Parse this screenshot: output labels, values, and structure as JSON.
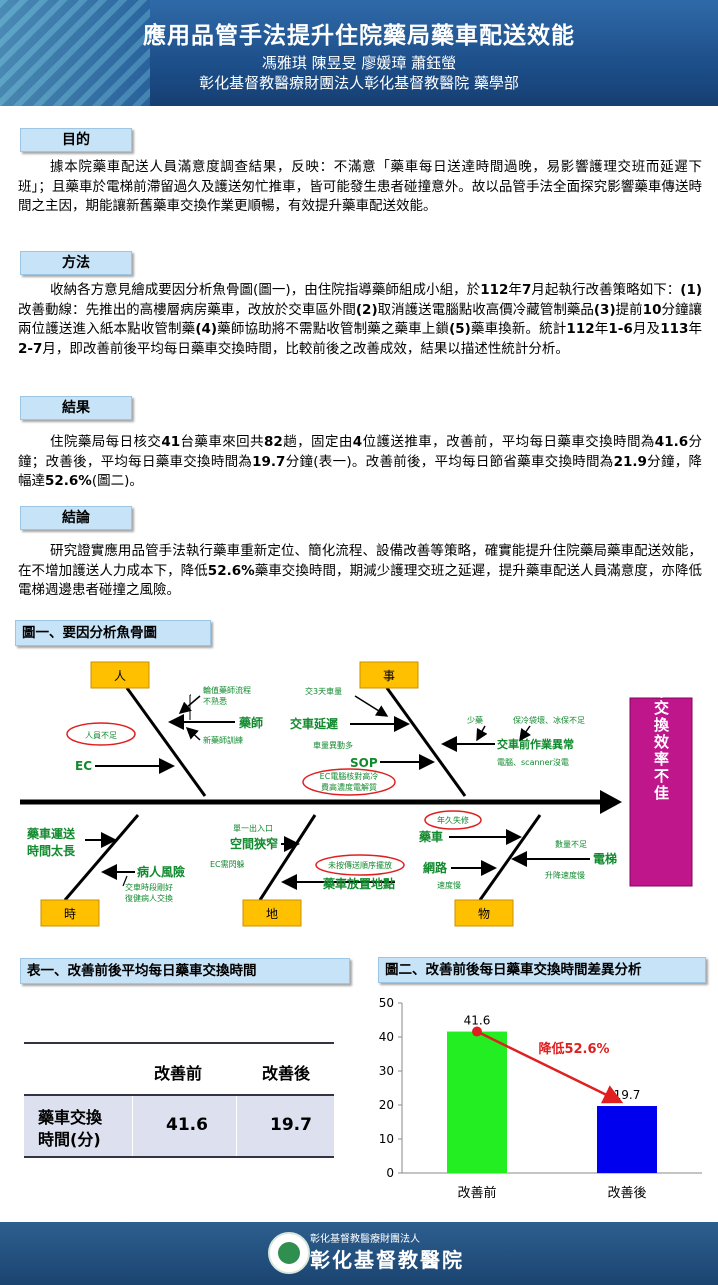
{
  "header": {
    "title": "應用品管手法提升住院藥局藥車配送效能",
    "authors": "馮雅琪 陳昱旻 廖媛璋 蕭鈺螢",
    "affiliation": "彰化基督教醫療財團法人彰化基督教醫院  藥學部"
  },
  "sections": {
    "purpose": {
      "label": "目的",
      "text": "據本院藥車配送人員滿意度調查結果，反映：不滿意「藥車每日送達時間過晚，易影響護理交班而延遲下班」；且藥車於電梯前滯留過久及護送匆忙推車，皆可能發生患者碰撞意外。故以品管手法全面探究影響藥車傳送時間之主因，期能讓新舊藥車交換作業更順暢，有效提升藥車配送效能。"
    },
    "method": {
      "label": "方法",
      "t1": "收納各方意見繪成要因分析魚骨圖(圖一)，由住院指導藥師組成小組，於",
      "b1": "112",
      "t2": "年",
      "b2": "7",
      "t3": "月起執行改善策略如下：",
      "b3": "(1)",
      "t4": "改善動線：先推出的高樓層病房藥車，改放於交車區外間",
      "b4": "(2)",
      "t5": "取消護送電腦點收高價冷藏管制藥品",
      "b5": "(3)",
      "t6": "提前",
      "b6": "10",
      "t7": "分鐘讓兩位護送進入紙本點收管制藥",
      "b7": "(4)",
      "t8": "藥師協助將不需點收管制藥之藥車上鎖",
      "b8": "(5)",
      "t9": "藥車換新。統計",
      "b9": "112",
      "t10": "年",
      "b10": "1-6",
      "t11": "月及",
      "b11": "113",
      "t12": "年",
      "b12": "2-7",
      "t13": "月，即改善前後平均每日藥車交換時間，比較前後之改善成效，結果以描述性統計分析。"
    },
    "results": {
      "label": "結果",
      "t1": "住院藥局每日核交",
      "b1": "41",
      "t2": "台藥車來回共",
      "b2": "82",
      "t3": "趟，固定由",
      "b3": "4",
      "t4": "位護送推車，改善前，平均每日藥車交換時間為",
      "b4": "41.6",
      "t5": "分鐘；改善後，平均每日藥車交換時間為",
      "b5": "19.7",
      "t6": "分鐘(表一)。改善前後，平均每日節省藥車交換時間為",
      "b6": "21.9",
      "t7": "分鐘，降幅達",
      "b7": "52.6%",
      "t8": "(圖二)。"
    },
    "conclusion": {
      "label": "結論",
      "t1": "研究證實應用品管手法執行藥車重新定位、簡化流程、設備改善等策略，確實能提升住院藥局藥車配送效能，在不增加護送人力成本下，降低",
      "b1": "52.6%",
      "t2": "藥車交換時間，期減少護理交班之延遲，提升藥車配送人員滿意度，亦降低電梯週邊患者碰撞之風險。"
    }
  },
  "fishbone": {
    "label": "圖一、要因分析魚骨圖",
    "effect": "藥車交換效率不佳",
    "categories": {
      "top1": "人",
      "top2": "事",
      "bot1": "時",
      "bot2": "地",
      "bot3": "物"
    },
    "person": {
      "main": "藥師",
      "sub1a": "輪值藥師流程",
      "sub1b": "不熟悉",
      "sub2": "新藥師訓練",
      "circled": "人員不足",
      "ec": "EC"
    },
    "task": {
      "main1": "交車延遲",
      "main1_sub": "交3天車量",
      "sop": "SOP",
      "sop_sub": "車量異動多",
      "circ1": "EC電腦核對高冷",
      "circ2": "費高濃度電解質",
      "main2": "交車前作業異常",
      "sub2a": "少藥",
      "sub2b": "保冷袋壞、冰保不足",
      "sub2c": "電腦、scanner沒電"
    },
    "time": {
      "main1a": "藥車運送",
      "main1b": "時間太長",
      "main2": "病人風險",
      "sub2a": "交車時段剛好",
      "sub2b": "復健病人交換"
    },
    "place": {
      "main1": "空間狹窄",
      "sub1a": "單一出入口",
      "sub1b": "EC需閃躲",
      "main2": "藥車放置地點",
      "circled": "未按傳送順序擺放"
    },
    "thing": {
      "main1": "藥車",
      "circled": "年久失修",
      "main2": "網路",
      "sub2": "速度慢",
      "main3": "電梯",
      "sub3a": "數量不足",
      "sub3b": "升降速度慢"
    }
  },
  "table1": {
    "label": "表一、改善前後平均每日藥車交換時間",
    "col_before": "改善前",
    "col_after": "改善後",
    "row_label_1": "藥車交換",
    "row_label_2": "時間(分)",
    "before": "41.6",
    "after": "19.7"
  },
  "chart_data": {
    "label": "圖二、改善前後每日藥車交換時間差異分析",
    "type": "bar",
    "categories": [
      "改善前",
      "改善後"
    ],
    "values": [
      41.6,
      19.7
    ],
    "value_labels": [
      "41.6",
      "19.7"
    ],
    "ylim": [
      0,
      50
    ],
    "yticks": [
      0,
      10,
      20,
      30,
      40,
      50
    ],
    "bar_colors": [
      "#22ee22",
      "#0000ee"
    ],
    "annotation": "降低52.6%",
    "annotation_color": "#e02020",
    "grid": false
  },
  "footer": {
    "line1": "彰化基督教醫療財團法人",
    "line2": "彰化基督教醫院"
  }
}
